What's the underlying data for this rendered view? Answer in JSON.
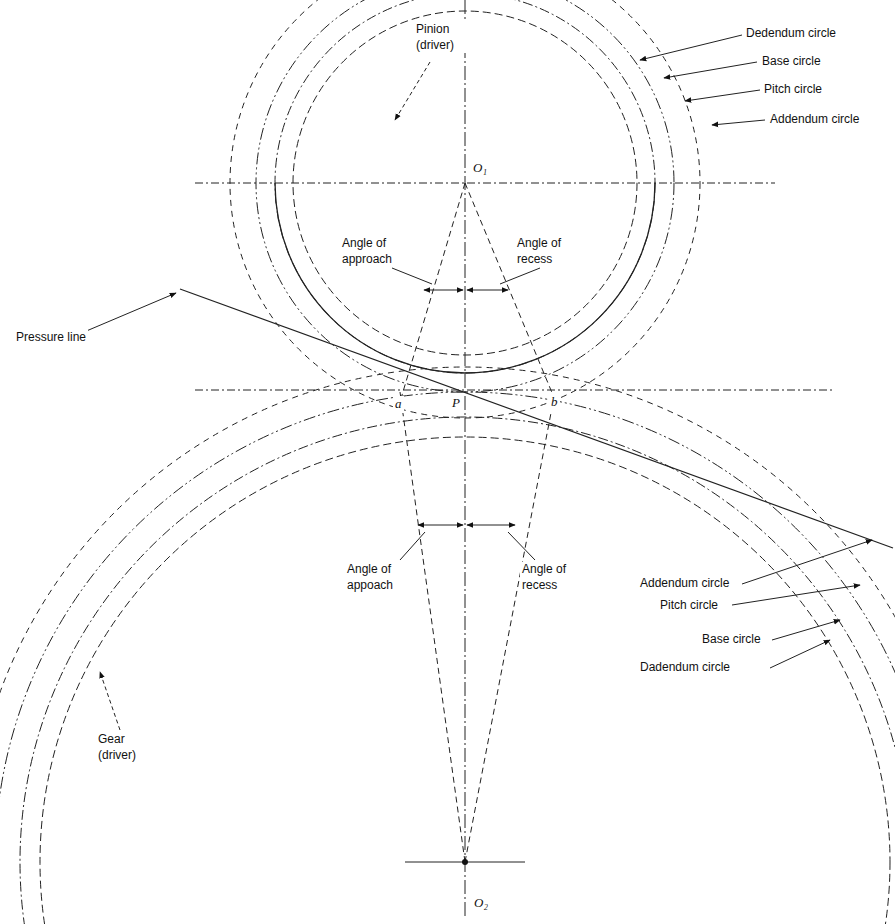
{
  "diagram": {
    "labels": [
      "Dedendum circle",
      "Base circle",
      "Pitch circle",
      "Addendum circle",
      "Pinion (driver)",
      "O₁",
      "Angle of approach",
      "Angle of recess",
      "Pressure line",
      "a",
      "P",
      "b",
      "Angle of appoach",
      "Angle of recess",
      "Addendum circle",
      "Pitch circle",
      "Base circle",
      "Dadendum circle",
      "Gear (driver)",
      "O₂"
    ]
  }
}
